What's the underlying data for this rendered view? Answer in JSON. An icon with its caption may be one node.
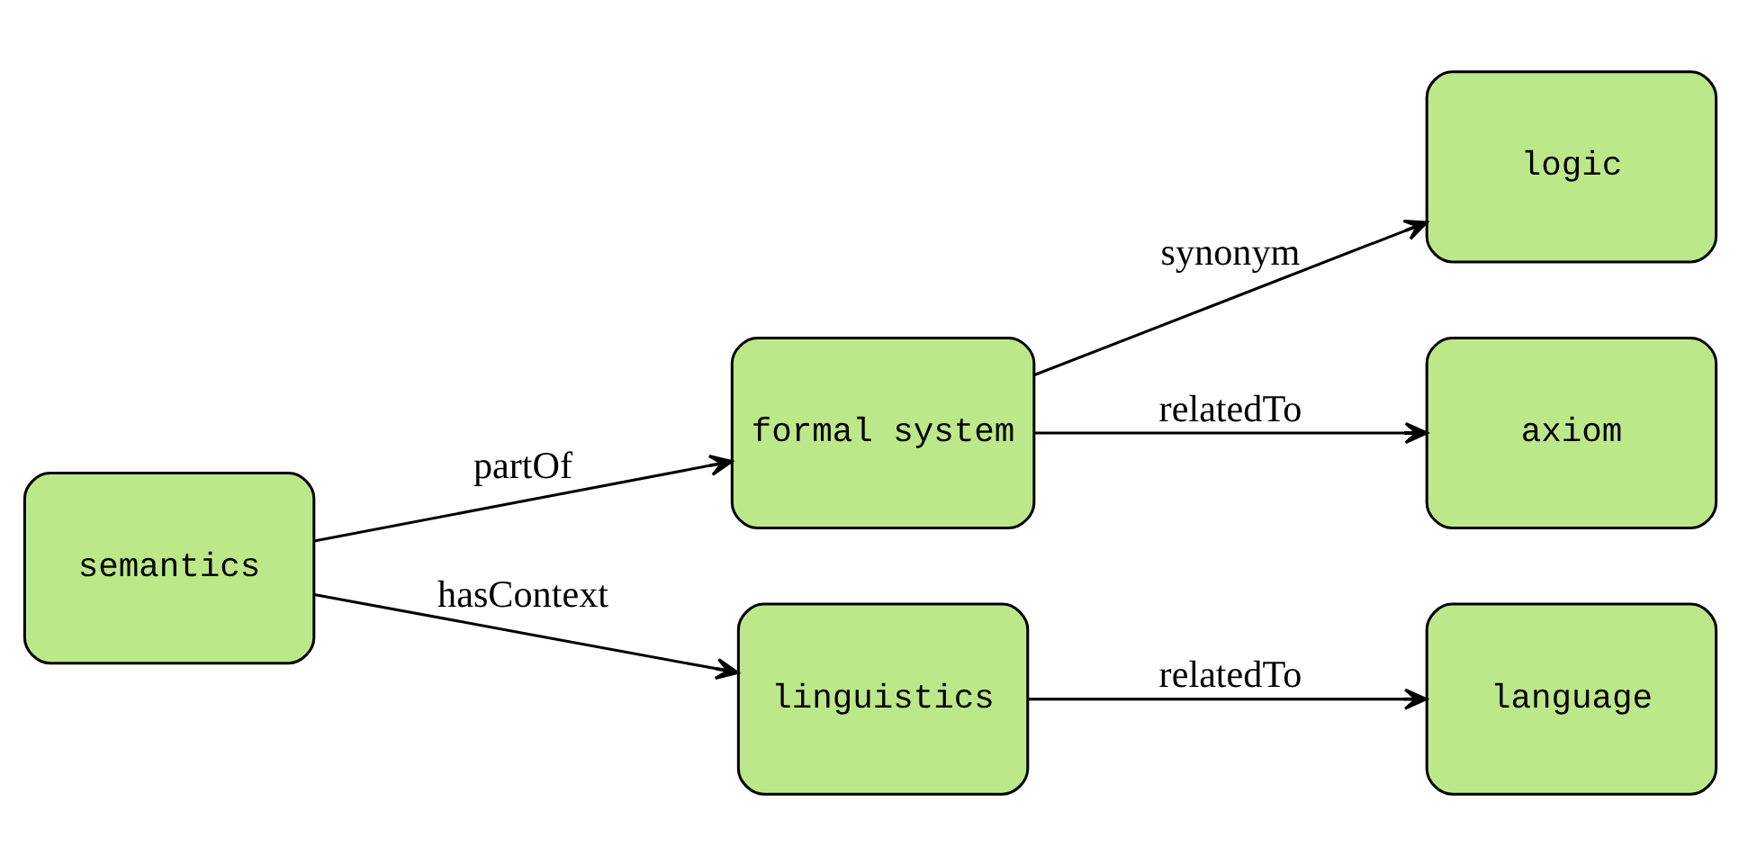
{
  "diagram": {
    "nodes": [
      {
        "text": [
          "semantics"
        ]
      },
      {
        "text": [
          "formal system"
        ]
      },
      {
        "text": [
          "logic"
        ]
      },
      {
        "text": [
          "axiom"
        ]
      },
      {
        "text": [
          "linguistics"
        ]
      },
      {
        "text": [
          "language"
        ]
      }
    ],
    "edges": [
      {
        "from": 0,
        "to": 1,
        "arrow": "to",
        "label": "partOf"
      },
      {
        "from": 0,
        "to": 4,
        "arrow": "to",
        "label": "hasContext"
      },
      {
        "from": 1,
        "to": 2,
        "arrow": "to",
        "label": "synonym"
      },
      {
        "from": 1,
        "to": 3,
        "arrow": "to",
        "label": "relatedTo"
      },
      {
        "from": 4,
        "to": 5,
        "arrow": "to",
        "label": "relatedTo"
      }
    ]
  }
}
